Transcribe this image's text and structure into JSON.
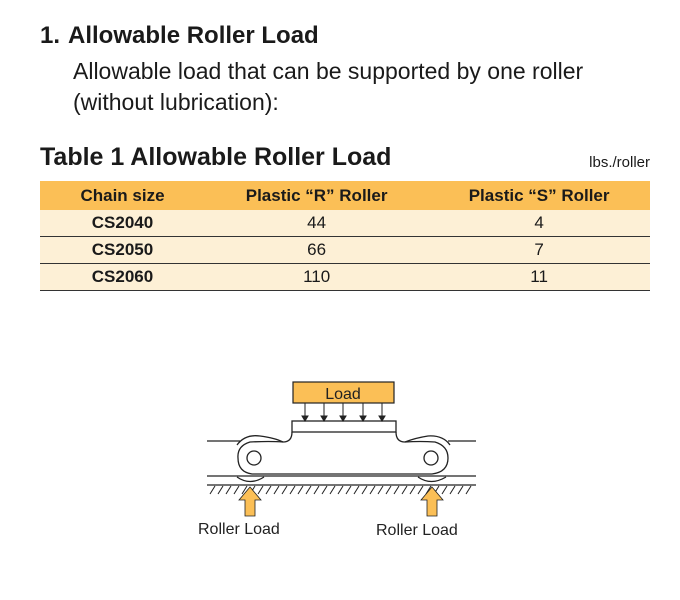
{
  "section": {
    "number": "1.",
    "title": "Allowable Roller Load",
    "intro": "Allowable load that can be supported by one roller (without lubrication):"
  },
  "table": {
    "title": "Table 1 Allowable Roller Load",
    "unit": "lbs./roller",
    "headers": [
      "Chain size",
      "Plastic “R” Roller",
      "Plastic “S” Roller"
    ],
    "rows": [
      [
        "CS2040",
        "44",
        "4"
      ],
      [
        "CS2050",
        "66",
        "7"
      ],
      [
        "CS2060",
        "110",
        "11"
      ]
    ]
  },
  "diagram": {
    "load_label": "Load",
    "left_label": "Roller Load",
    "right_label": "Roller Load",
    "accent": "#fbbf56"
  }
}
